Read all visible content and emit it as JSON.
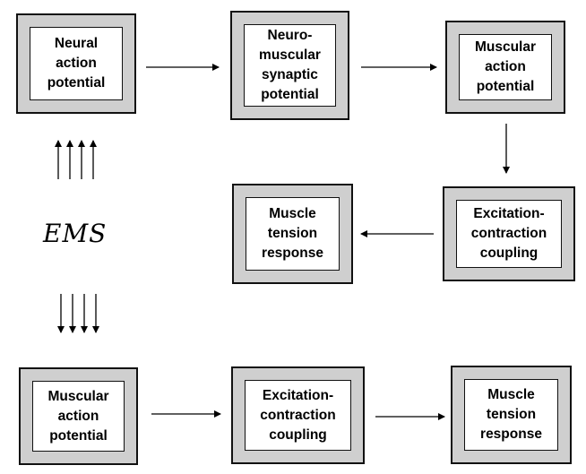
{
  "boxes": {
    "neural": "Neural\naction\npotential",
    "neuromuscular": "Neuro-\nmuscular\nsynaptic\npotential",
    "muscular_top": "Muscular\naction\npotential",
    "excitation_top": "Excitation-\ncontraction\ncoupling",
    "tension_top": "Muscle\ntension\nresponse",
    "muscular_bottom": "Muscular\naction\npotential",
    "excitation_bottom": "Excitation-\ncontraction\ncoupling",
    "tension_bottom": "Muscle\ntension\nresponse"
  },
  "ems_label": "EMS"
}
